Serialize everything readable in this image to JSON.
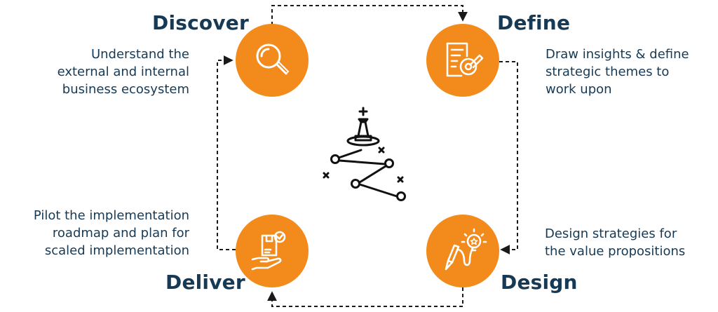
{
  "phases": [
    {
      "id": "discover",
      "title": "Discover",
      "icon": "magnifier-icon",
      "lines": [
        "Understand the",
        "external and internal",
        "business ecosystem"
      ]
    },
    {
      "id": "define",
      "title": "Define",
      "icon": "document-target-icon",
      "lines": [
        "Draw insights & define",
        "strategic themes to",
        "work upon"
      ]
    },
    {
      "id": "design",
      "title": "Design",
      "icon": "pencil-lightbulb-icon",
      "lines": [
        "Design strategies for",
        "the value propositions"
      ]
    },
    {
      "id": "deliver",
      "title": "Deliver",
      "icon": "hand-box-icon",
      "lines": [
        "Pilot the implementation",
        "roadmap and plan for",
        "scaled implementation"
      ]
    }
  ],
  "center_icon": "chess-strategy-icon",
  "colors": {
    "accent": "#f28a1c",
    "text": "#163a55",
    "arrow": "#1a1a1a"
  }
}
